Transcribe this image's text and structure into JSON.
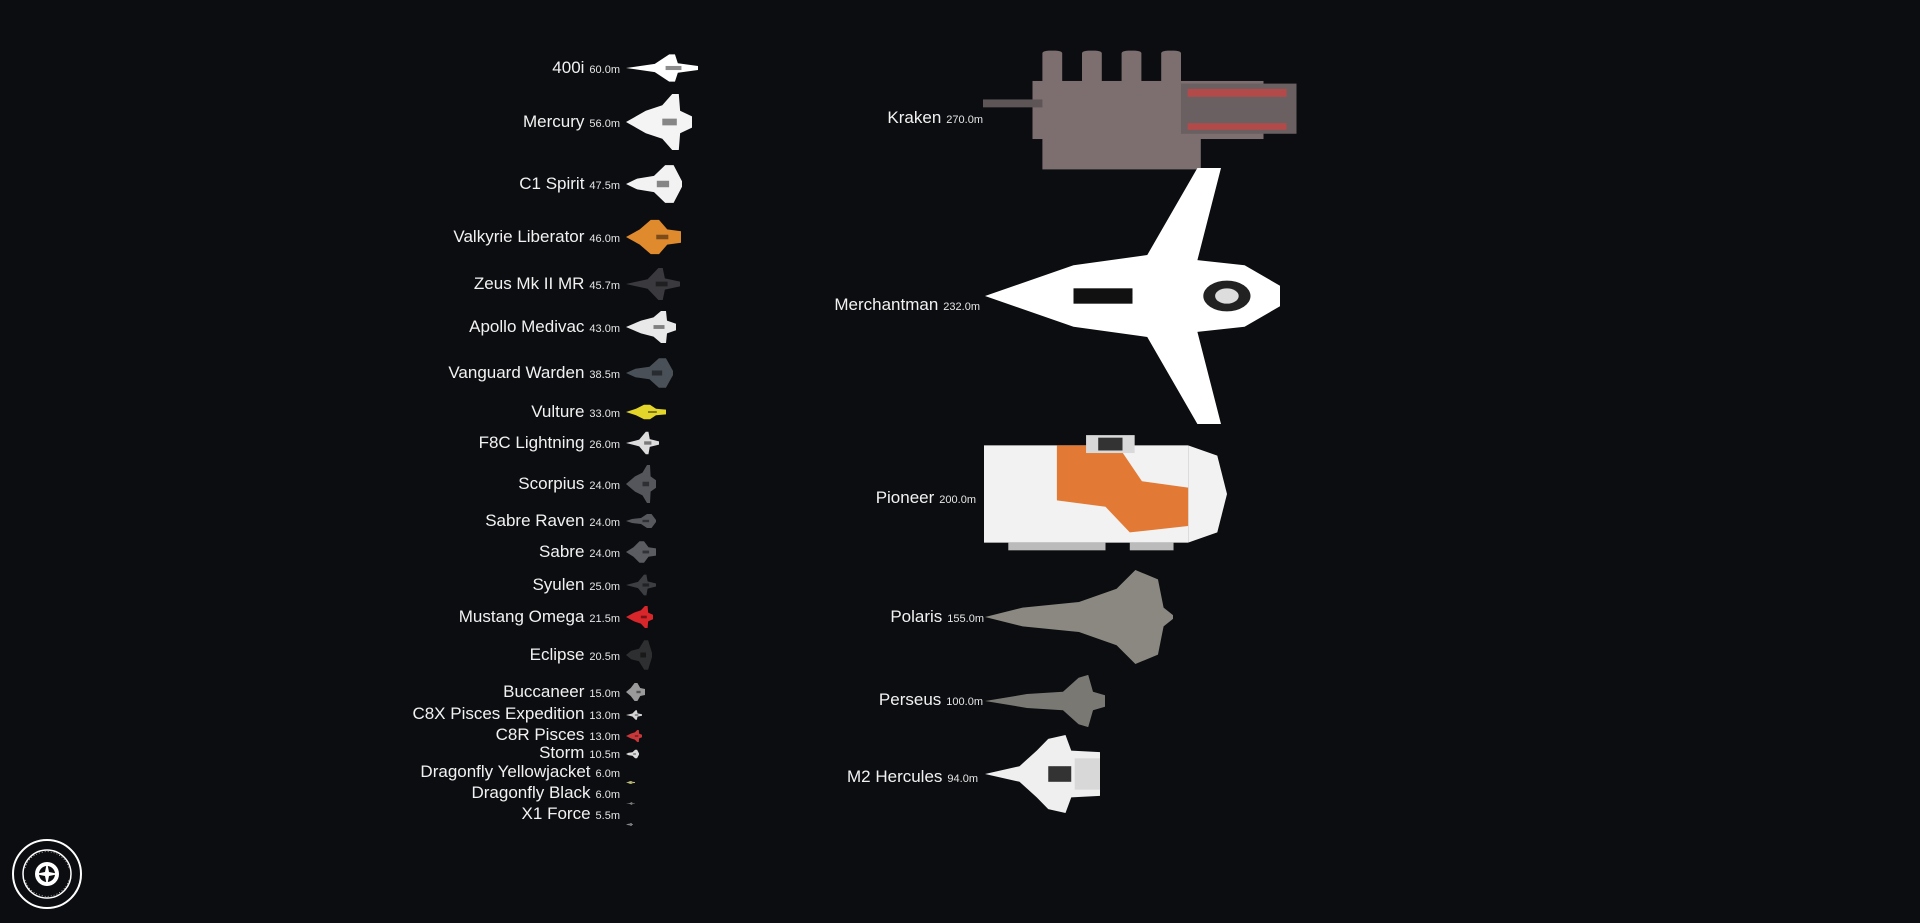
{
  "small_ships": [
    {
      "name": "400i",
      "length": "60.0m",
      "icon": "ship-400i-icon",
      "color": "#ffffff"
    },
    {
      "name": "Mercury",
      "length": "56.0m",
      "icon": "ship-mercury-icon",
      "color": "#f4f4f4"
    },
    {
      "name": "C1 Spirit",
      "length": "47.5m",
      "icon": "ship-c1-spirit-icon",
      "color": "#f2f2f2"
    },
    {
      "name": "Valkyrie Liberator",
      "length": "46.0m",
      "icon": "ship-valkyrie-liberator-icon",
      "color": "#e08a2e"
    },
    {
      "name": "Zeus Mk II MR",
      "length": "45.7m",
      "icon": "ship-zeus-icon",
      "color": "#3a3a3e"
    },
    {
      "name": "Apollo Medivac",
      "length": "43.0m",
      "icon": "ship-apollo-icon",
      "color": "#e9e9e9"
    },
    {
      "name": "Vanguard Warden",
      "length": "38.5m",
      "icon": "ship-vanguard-icon",
      "color": "#4a5058"
    },
    {
      "name": "Vulture",
      "length": "33.0m",
      "icon": "ship-vulture-icon",
      "color": "#e3d52a"
    },
    {
      "name": "F8C Lightning",
      "length": "26.0m",
      "icon": "ship-f8c-icon",
      "color": "#dcdcdc"
    },
    {
      "name": "Scorpius",
      "length": "24.0m",
      "icon": "ship-scorpius-icon",
      "color": "#55565c"
    },
    {
      "name": "Sabre Raven",
      "length": "24.0m",
      "icon": "ship-sabre-raven-icon",
      "color": "#56585e"
    },
    {
      "name": "Sabre",
      "length": "24.0m",
      "icon": "ship-sabre-icon",
      "color": "#5a5c62"
    },
    {
      "name": "Syulen",
      "length": "25.0m",
      "icon": "ship-syulen-icon",
      "color": "#3d3e42"
    },
    {
      "name": "Mustang Omega",
      "length": "21.5m",
      "icon": "ship-mustang-omega-icon",
      "color": "#d8262b"
    },
    {
      "name": "Eclipse",
      "length": "20.5m",
      "icon": "ship-eclipse-icon",
      "color": "#2e2f30"
    },
    {
      "name": "Buccaneer",
      "length": "15.0m",
      "icon": "ship-buccaneer-icon",
      "color": "#9a9a9a"
    },
    {
      "name": "C8X Pisces Expedition",
      "length": "13.0m",
      "icon": "ship-c8x-pisces-icon",
      "color": "#d6d6d6"
    },
    {
      "name": "C8R Pisces",
      "length": "13.0m",
      "icon": "ship-c8r-pisces-icon",
      "color": "#c8383a"
    },
    {
      "name": "Storm",
      "length": "10.5m",
      "icon": "ship-storm-icon",
      "color": "#dcdcdc"
    },
    {
      "name": "Dragonfly Yellowjacket",
      "length": "6.0m",
      "icon": "ship-dragonfly-yellowjacket-icon",
      "color": "#bdbd7a"
    },
    {
      "name": "Dragonfly Black",
      "length": "6.0m",
      "icon": "ship-dragonfly-black-icon",
      "color": "#8a8a8a"
    },
    {
      "name": "X1 Force",
      "length": "5.5m",
      "icon": "ship-x1-force-icon",
      "color": "#8a8a8a"
    }
  ],
  "large_ships": [
    {
      "name": "Kraken",
      "length": "270.0m",
      "icon": "ship-kraken-icon",
      "color": "#7d6e70"
    },
    {
      "name": "Merchantman",
      "length": "232.0m",
      "icon": "ship-merchantman-icon",
      "color": "#ffffff"
    },
    {
      "name": "Pioneer",
      "length": "200.0m",
      "icon": "ship-pioneer-icon",
      "color": "#e27a35"
    },
    {
      "name": "Polaris",
      "length": "155.0m",
      "icon": "ship-polaris-icon",
      "color": "#8a8880"
    },
    {
      "name": "Perseus",
      "length": "100.0m",
      "icon": "ship-perseus-icon",
      "color": "#7a7873"
    },
    {
      "name": "M2 Hercules",
      "length": "94.0m",
      "icon": "ship-m2-hercules-icon",
      "color": "#efefef"
    }
  ],
  "badge": {
    "text": "MADE BY THE COMMUNITY",
    "icon": "made-by-the-community-logo-icon"
  }
}
